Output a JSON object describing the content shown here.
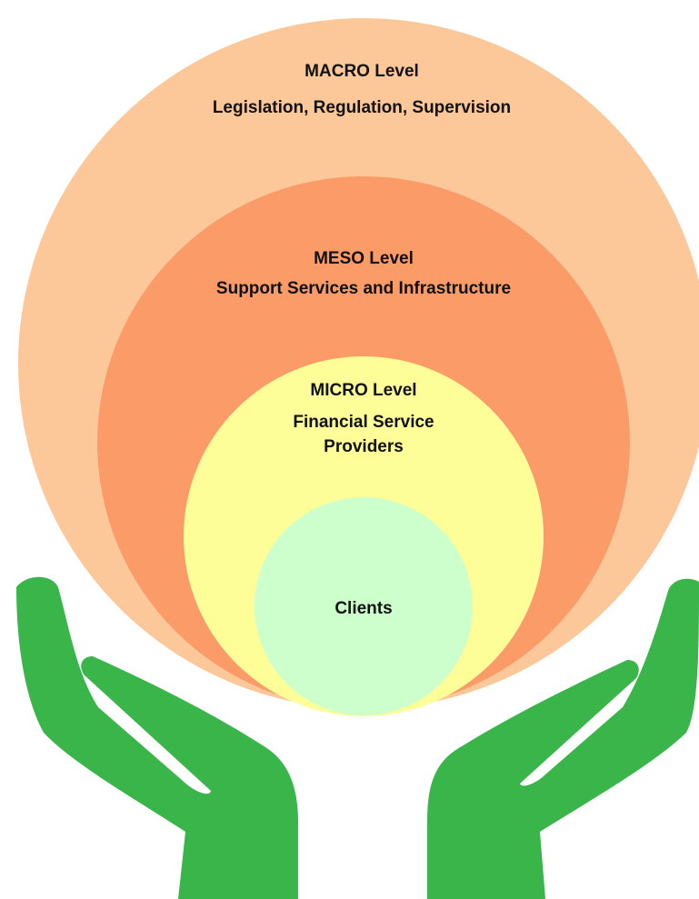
{
  "macro": {
    "title": "MACRO Level",
    "subtitle": "Legislation, Regulation, Supervision"
  },
  "meso": {
    "title": "MESO Level",
    "subtitle": "Support Services and Infrastructure"
  },
  "micro": {
    "title": "MICRO Level",
    "subtitle_line1": "Financial Service",
    "subtitle_line2": "Providers"
  },
  "clients": {
    "label": "Clients"
  },
  "colors": {
    "macro": "#fcc799",
    "meso": "#fb9b68",
    "micro": "#fefe99",
    "clients": "#ccffcc",
    "hands": "#39b54a"
  },
  "icons": {
    "left_hand": "left-hand-icon",
    "right_hand": "right-hand-icon"
  }
}
